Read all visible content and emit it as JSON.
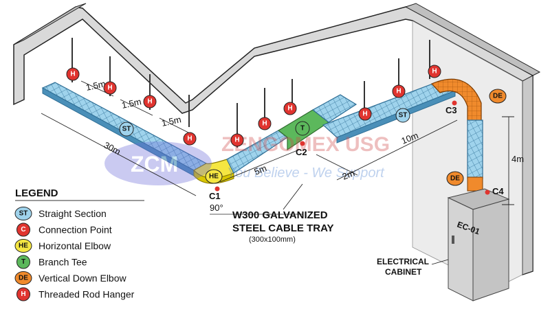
{
  "colors": {
    "wall": "#d9d9d9",
    "wall_side": "#bfbfbf",
    "straight": "#9fd3ec",
    "straight_dark": "#4a8fb8",
    "elbow_h": "#f5e642",
    "tee": "#5cb85c",
    "vertical": "#f08a2c",
    "hanger": "#e0342f",
    "connection": "#e0342f",
    "cabinet": "#d4d4d4"
  },
  "watermark": {
    "brand": "ZCM",
    "company": "ZENGOMEX USG",
    "slogan": "You Believe - We Support"
  },
  "title": {
    "line1": "W300 GALVANIZED",
    "line2": "STEEL CABLE TRAY",
    "line3": "(300x100mm)"
  },
  "dimensions": {
    "spacing1": "1.5m",
    "spacing2": "1.5m",
    "spacing3": "1.5m",
    "run1": "30m",
    "run2": "5m",
    "run3": "2m",
    "run4": "10m",
    "drop": "4m",
    "angle": "90°"
  },
  "badges": {
    "st": "ST",
    "c": "C",
    "he": "HE",
    "t": "T",
    "de": "DE",
    "h": "H"
  },
  "connections": {
    "c1": "C1",
    "c2": "C2",
    "c3": "C3",
    "c4": "C4"
  },
  "cabinet": {
    "tag": "EC-01",
    "label_line1": "ELECTRICAL",
    "label_line2": "CABINET"
  },
  "legend": {
    "title": "LEGEND",
    "items": [
      {
        "code": "ST",
        "label": "Straight Section",
        "color": "#9fd3ec"
      },
      {
        "code": "C",
        "label": "Connection Point",
        "color": "#e0342f"
      },
      {
        "code": "HE",
        "label": "Horizontal Elbow",
        "color": "#f5e642"
      },
      {
        "code": "T",
        "label": "Branch Tee",
        "color": "#5cb85c"
      },
      {
        "code": "DE",
        "label": "Vertical Down Elbow",
        "color": "#f08a2c"
      },
      {
        "code": "H",
        "label": "Threaded Rod Hanger",
        "color": "#e0342f"
      }
    ]
  }
}
